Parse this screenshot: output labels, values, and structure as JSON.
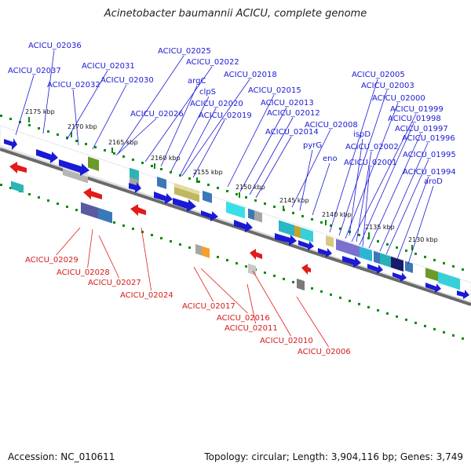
{
  "title": "Acinetobacter baumannii ACICU, complete genome",
  "footer": {
    "accession": "Accession: NC_010611",
    "summary": "Topology: circular; Length: 3,904,116 bp; Genes: 3,749"
  },
  "colors": {
    "forward_strand": "#1a1ad6",
    "reverse_strand": "#e41a1a",
    "backbone": "#7a7a7a",
    "tick": "#0a8a0a"
  },
  "ticks": [
    {
      "label": "2175 kbp",
      "pos": 2175
    },
    {
      "label": "2170 kbp",
      "pos": 2170
    },
    {
      "label": "2165 kbp",
      "pos": 2165
    },
    {
      "label": "2160 kbp",
      "pos": 2160
    },
    {
      "label": "2155 kbp",
      "pos": 2155
    },
    {
      "label": "2150 kbp",
      "pos": 2150
    },
    {
      "label": "2145 kbp",
      "pos": 2145
    },
    {
      "label": "2140 kbp",
      "pos": 2140
    },
    {
      "label": "2135 kbp",
      "pos": 2135
    },
    {
      "label": "2130 kbp",
      "pos": 2130
    }
  ],
  "top_labels": [
    "ACICU_02036",
    "ACICU_02037",
    "ACICU_02031",
    "ACICU_02032",
    "ACICU_02030",
    "ACICU_02025",
    "ACICU_02022",
    "argC",
    "ACICU_02018",
    "clpS",
    "ACICU_02020",
    "ACICU_02019",
    "ACICU_02026",
    "ACICU_02015",
    "ACICU_02013",
    "ACICU_02012",
    "ACICU_02014",
    "ACICU_02008",
    "pyrG",
    "eno",
    "ACICU_02005",
    "ACICU_02003",
    "ACICU_02000",
    "ACICU_01999",
    "ACICU_01998",
    "ACICU_01997",
    "ispD",
    "ACICU_01996",
    "ACICU_02002",
    "ACICU_01995",
    "ACICU_02001",
    "ACICU_01994",
    "aroD"
  ],
  "bottom_labels": [
    "ACICU_02029",
    "ACICU_02028",
    "ACICU_02027",
    "ACICU_02024",
    "ACICU_02017",
    "ACICU_02016",
    "ACICU_02011",
    "ACICU_02010",
    "ACICU_02006"
  ]
}
